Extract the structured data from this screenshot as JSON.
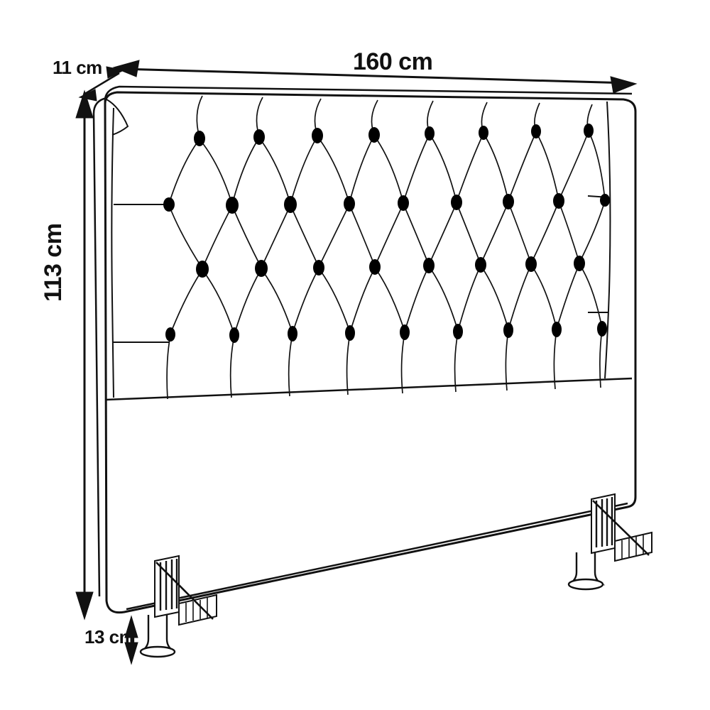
{
  "drawing": {
    "title": "Tufted Headboard Technical Dimension Drawing",
    "product": "capitonne-headboard",
    "view": "perspective-line-drawing",
    "line_color": "#111111",
    "button_color": "#000000",
    "background_color": "#ffffff"
  },
  "dimensions": {
    "width": {
      "value": "160 cm",
      "number": 160,
      "unit": "cm",
      "axis": "horizontal",
      "position": "top"
    },
    "depth": {
      "value": "11 cm",
      "number": 11,
      "unit": "cm",
      "axis": "diagonal",
      "position": "top-left"
    },
    "height": {
      "value": "113 cm",
      "number": 113,
      "unit": "cm",
      "axis": "vertical",
      "position": "left",
      "rotation": -90
    },
    "leg_height": {
      "value": "13 cm",
      "number": 13,
      "unit": "cm",
      "axis": "vertical",
      "position": "bottom-left"
    }
  },
  "tufting": {
    "pattern": "diamond-capitonne",
    "rows": 4,
    "buttons_per_row": [
      8,
      9,
      8,
      9
    ],
    "total_buttons": 34
  },
  "hardware": {
    "brackets": 2,
    "legs": 2,
    "bracket_type": "slotted-L-bracket",
    "leg_type": "tapered-cylindrical"
  }
}
